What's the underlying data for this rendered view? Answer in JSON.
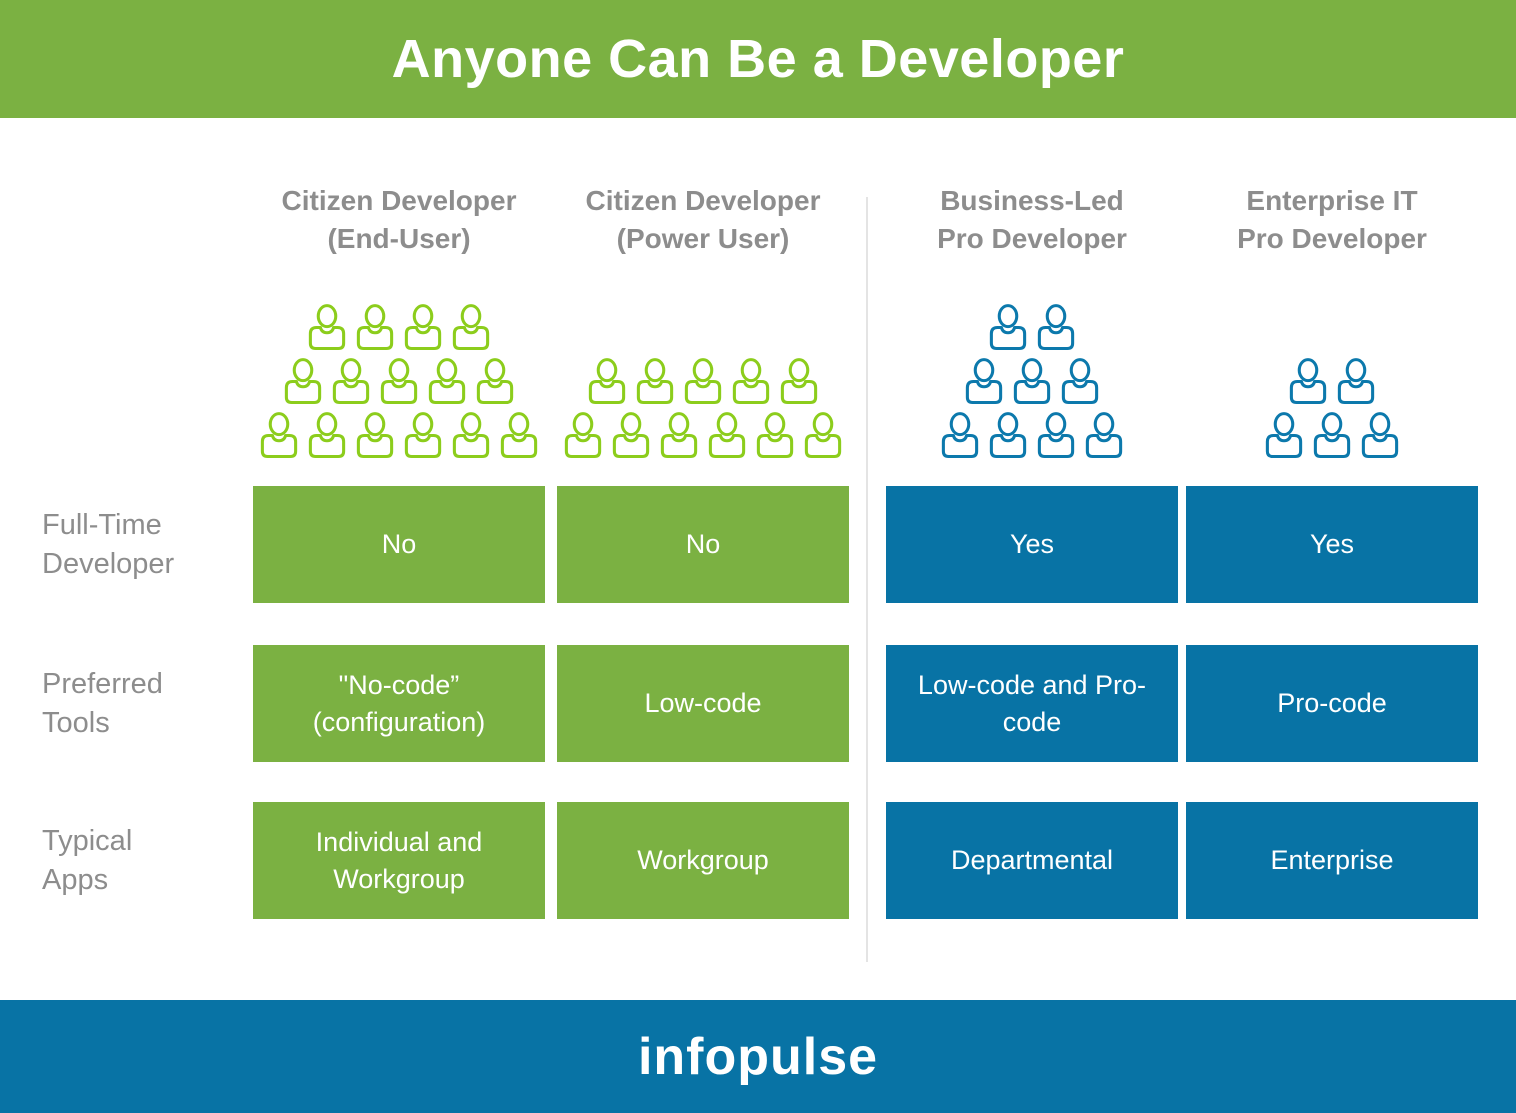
{
  "title": "Anyone Can Be a Developer",
  "colors": {
    "green": "#7BB142",
    "blue": "#0873A5",
    "icon_green": "#8CCD1C",
    "icon_blue": "#0C79AC",
    "label_gray": "#8D8D8D",
    "divider": "#E4E4E4",
    "cell_text": "#FFFFFF"
  },
  "columns": [
    {
      "id": "citizen-developer-end-user",
      "label_line1": "Citizen Developer",
      "label_line2": "(End-User)",
      "icon_color": "green",
      "icon_rows": [
        4,
        5,
        6
      ]
    },
    {
      "id": "citizen-developer-power-user",
      "label_line1": "Citizen Developer",
      "label_line2": "(Power User)",
      "icon_color": "green",
      "icon_rows": [
        5,
        6
      ]
    },
    {
      "id": "business-led-pro-developer",
      "label_line1": "Business-Led",
      "label_line2": "Pro Developer",
      "icon_color": "blue",
      "icon_rows": [
        2,
        3,
        4
      ]
    },
    {
      "id": "enterprise-it-pro-developer",
      "label_line1": "Enterprise IT",
      "label_line2": "Pro Developer",
      "icon_color": "blue",
      "icon_rows": [
        2,
        3
      ]
    }
  ],
  "rows": [
    {
      "label_line1": "Full-Time",
      "label_line2": "Developer",
      "cells": [
        "No",
        "No",
        "Yes",
        "Yes"
      ]
    },
    {
      "label_line1": "Preferred",
      "label_line2": "Tools",
      "cells": [
        "\"No-code” (configuration)",
        "Low-code",
        "Low-code and Pro-code",
        "Pro-code"
      ]
    },
    {
      "label_line1": "Typical",
      "label_line2": "Apps",
      "cells": [
        "Individual and Workgroup",
        "Workgroup",
        "Departmental",
        "Enterprise"
      ]
    }
  ],
  "footer": {
    "logo": "infopulse"
  }
}
